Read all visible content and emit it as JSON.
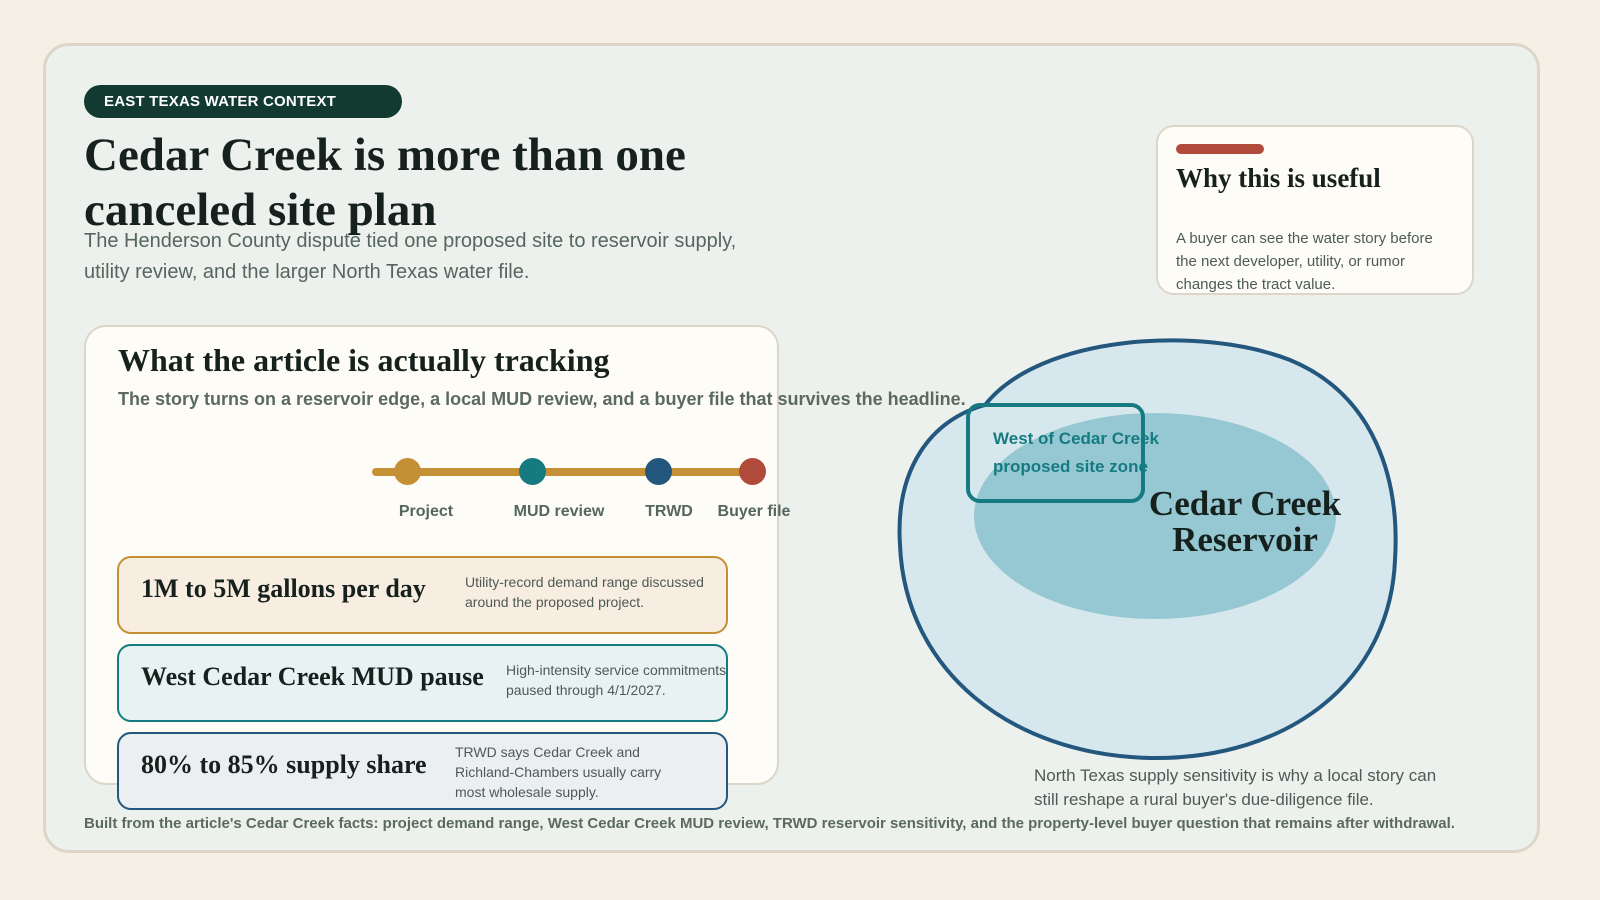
{
  "eyebrow": "EAST TEXAS WATER CONTEXT",
  "headline": "Cedar Creek is more than one canceled site plan",
  "subhead": "The Henderson County dispute tied one proposed site to reservoir supply, utility review, and the larger North Texas water file.",
  "useful": {
    "title": "Why this is useful",
    "body": "A buyer can see the water story before the next developer, utility, or rumor changes the tract value."
  },
  "tracking": {
    "title": "What the article is actually tracking",
    "subtitle": "The story turns on a reservoir edge, a local MUD review, and a buyer file that survives the headline.",
    "timeline": [
      {
        "label": "Project",
        "color": "#c58f35"
      },
      {
        "label": "MUD review",
        "color": "#167b80"
      },
      {
        "label": "TRWD",
        "color": "#24577e"
      },
      {
        "label": "Buyer file",
        "color": "#b04b3c"
      }
    ],
    "stats": [
      {
        "value": "1M to 5M gallons per day",
        "note": "Utility-record demand range discussed around the proposed project."
      },
      {
        "value": "West Cedar Creek MUD pause",
        "note": "High-intensity service commitments paused through 4/1/2027."
      },
      {
        "value": "80% to 85% supply share",
        "note": "TRWD says Cedar Creek and Richland-Chambers usually carry most wholesale supply."
      }
    ]
  },
  "map": {
    "zone_label_line1": "West of Cedar Creek",
    "zone_label_line2": "proposed site zone",
    "reservoir_label_line1": "Cedar Creek",
    "reservoir_label_line2": "Reservoir",
    "caption": "North Texas supply sensitivity is why a local story can still reshape a rural buyer's due-diligence file."
  },
  "footer": "Built from the article's Cedar Creek facts: project demand range, West Cedar Creek MUD review, TRWD reservoir sensitivity, and the property-level buyer question that remains after withdrawal.",
  "colors": {
    "dark_green": "#123a31",
    "gold": "#c58f35",
    "teal": "#167b80",
    "navy": "#24577e",
    "rust": "#b04b3c"
  }
}
